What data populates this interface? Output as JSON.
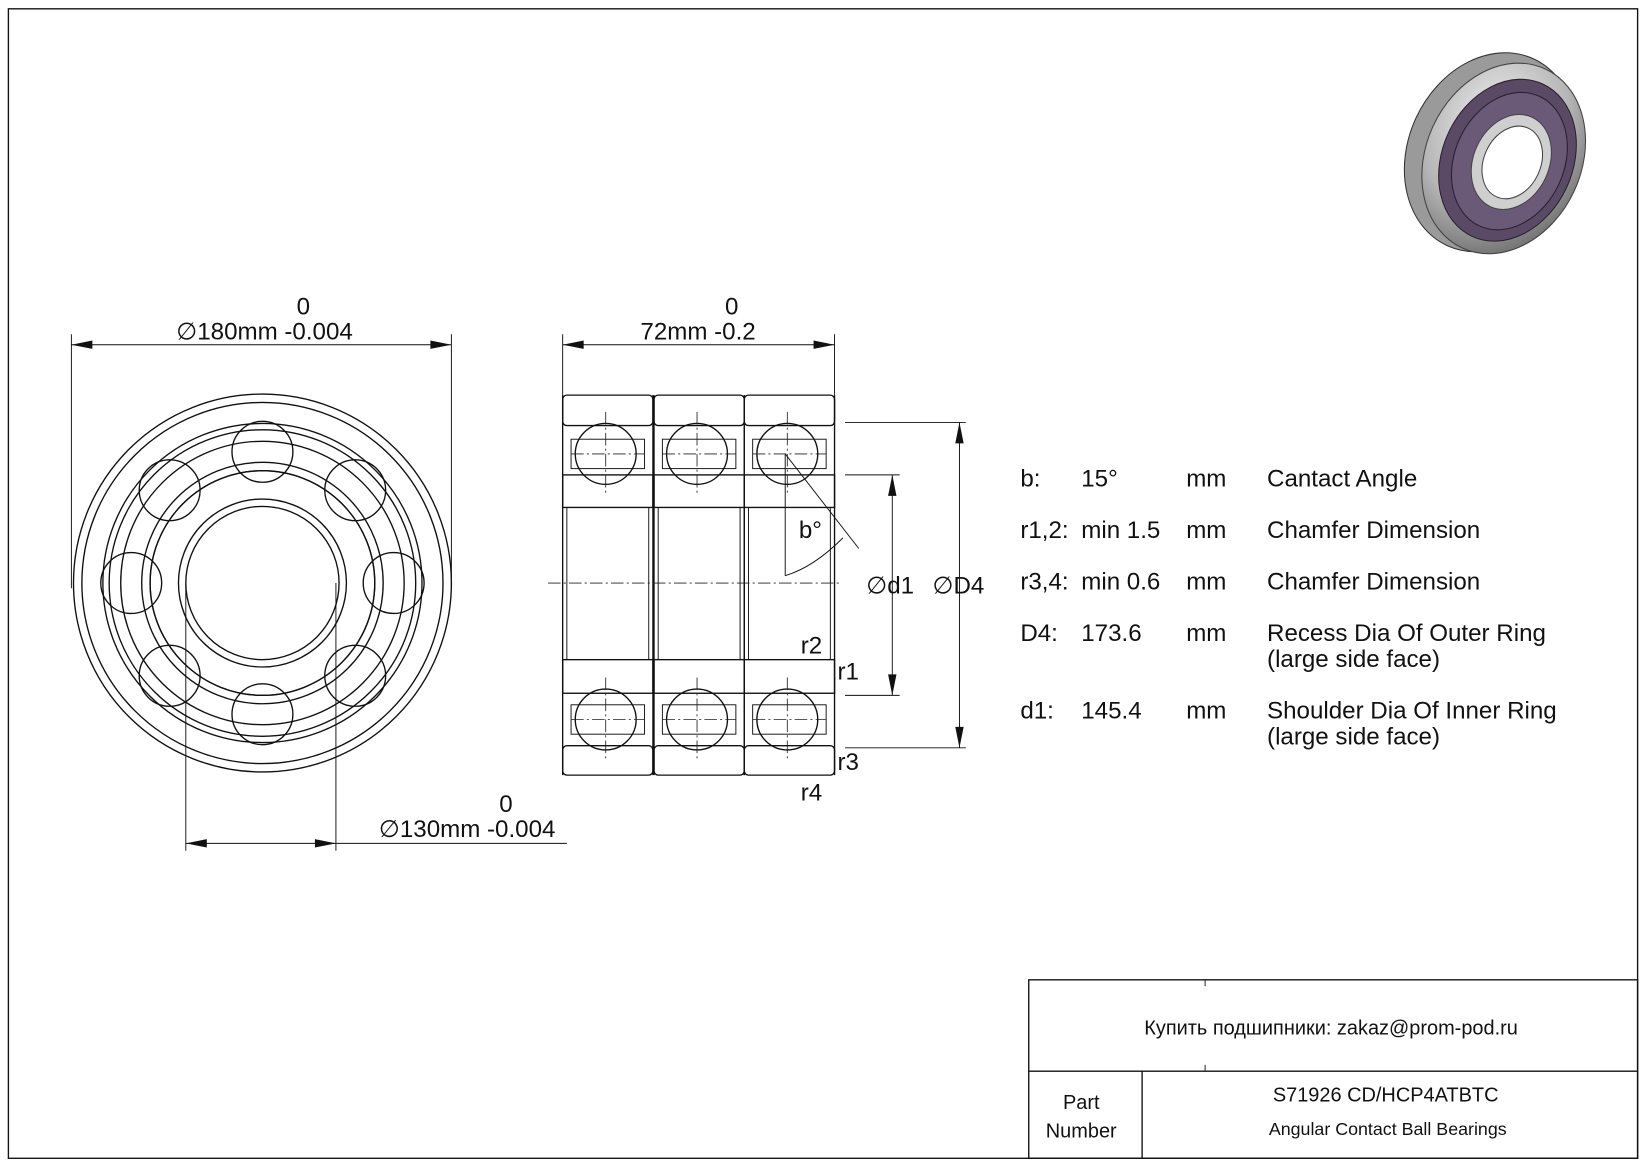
{
  "front_view": {
    "outer_dia_tol_upper": "0",
    "outer_dia_label": "∅180mm -0.004",
    "bore_dia_tol_upper": "0",
    "bore_dia_label": "∅130mm -0.004"
  },
  "side_view": {
    "width_tol_upper": "0",
    "width_label": "72mm -0.2",
    "d1_label": "∅d1",
    "D4_label": "∅D4",
    "angle_label": "b°",
    "r1": "r1",
    "r2": "r2",
    "r3": "r3",
    "r4": "r4"
  },
  "specs": [
    {
      "symbol": "b:",
      "value": "15°",
      "unit": "mm",
      "desc": "Cantact Angle",
      "desc2": ""
    },
    {
      "symbol": "r1,2:",
      "value": "min 1.5",
      "unit": "mm",
      "desc": "Chamfer Dimension",
      "desc2": ""
    },
    {
      "symbol": "r3,4:",
      "value": "min 0.6",
      "unit": "mm",
      "desc": "Chamfer Dimension",
      "desc2": ""
    },
    {
      "symbol": "D4:",
      "value": "173.6",
      "unit": "mm",
      "desc": "Recess Dia Of Outer Ring",
      "desc2": "(large side face)"
    },
    {
      "symbol": "d1:",
      "value": "145.4",
      "unit": "mm",
      "desc": "Shoulder Dia Of Inner Ring",
      "desc2": "(large side face)"
    }
  ],
  "title_block": {
    "buy_text": "Купить подшипники: zakaz@prom-pod.ru",
    "part_label_1": "Part",
    "part_label_2": "Number",
    "part_number": "S71926 CD/HCP4ATBTC",
    "part_type": "Angular Contact Ball Bearings"
  },
  "colors": {
    "line": "#111111",
    "seal": "#5a4a66",
    "steel": "#b8b8b8"
  }
}
